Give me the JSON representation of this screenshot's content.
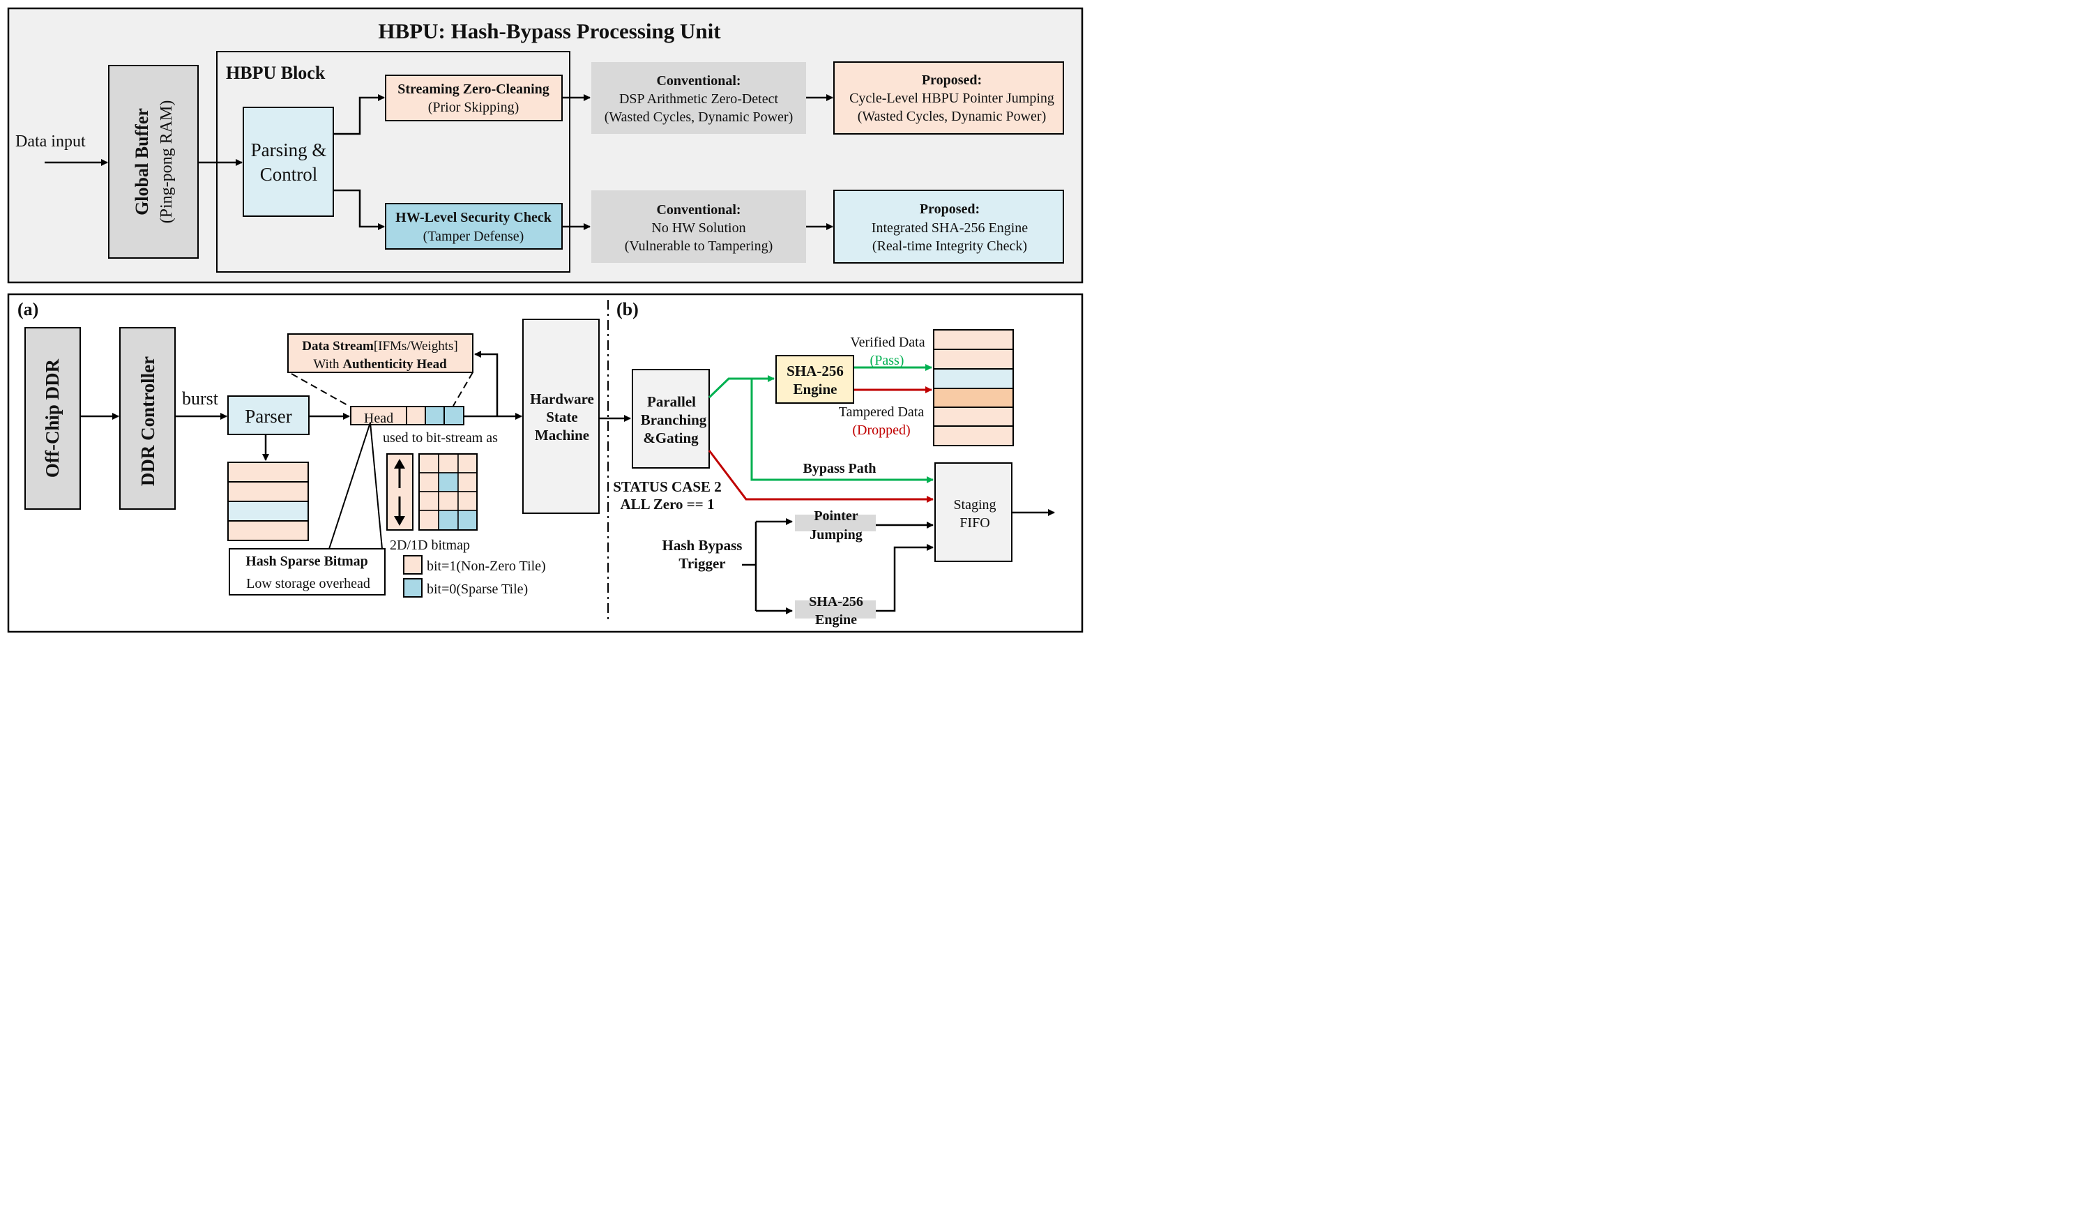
{
  "top": {
    "title": "HBPU: Hash-Bypass Processing Unit",
    "data_input": "Data input",
    "global_buffer": {
      "title": "Global Buffer",
      "subtitle": "(Ping-pong RAM)"
    },
    "block_title": "HBPU Block",
    "parsing": {
      "line1": "Parsing &",
      "line2": "Control"
    },
    "zero_cleaning": {
      "title": "Streaming Zero-Cleaning",
      "subtitle": "(Prior Skipping)"
    },
    "security": {
      "title": "HW-Level Security Check",
      "subtitle": "(Tamper Defense)"
    },
    "conv1": {
      "title": "Conventional:",
      "line1": "DSP Arithmetic Zero-Detect",
      "line2": "(Wasted Cycles, Dynamic Power)"
    },
    "prop1": {
      "title": "Proposed:",
      "line1": "Cycle-Level HBPU Pointer Jumping",
      "line2": "(Wasted Cycles, Dynamic Power)"
    },
    "conv2": {
      "title": "Conventional:",
      "line1": "No HW Solution",
      "line2": "(Vulnerable to Tampering)"
    },
    "prop2": {
      "title": "Proposed:",
      "line1": "Integrated SHA-256 Engine",
      "line2": "(Real-time Integrity Check)"
    }
  },
  "a": {
    "label": "(a)",
    "ddr": "Off-Chip DDR",
    "ddr_ctrl": "DDR Controller",
    "burst": "burst",
    "parser": "Parser",
    "stream": {
      "bold1": "Data Stream",
      "rest1": "[IFMs/Weights]",
      "rest2": "With ",
      "bold2": "Authenticity Head"
    },
    "head": "Head",
    "used": "used to bit-stream as",
    "bitmap_label": "2D/1D bitmap",
    "legend1": "bit=1(Non-Zero Tile)",
    "legend2": "bit=0(Sparse Tile)",
    "hash_bitmap": {
      "title": "Hash Sparse Bitmap",
      "subtitle": "Low storage overhead"
    },
    "hsm": {
      "line1": "Hardware",
      "line2": "State",
      "line3": "Machine"
    }
  },
  "b": {
    "label": "(b)",
    "parallel": {
      "line1": "Parallel",
      "line2": "Branching",
      "line3": "&Gating"
    },
    "sha_engine": {
      "line1": "SHA-256",
      "line2": "Engine"
    },
    "verified": "Verified Data",
    "pass": "(Pass)",
    "tampered": "Tampered Data",
    "dropped": "(Dropped)",
    "bypass": "Bypass Path",
    "status1": "STATUS CASE 2",
    "status2": "ALL Zero == 1",
    "staging": {
      "line1": "Staging",
      "line2": "FIFO"
    },
    "trigger": {
      "line1": "Hash Bypass",
      "line2": "Trigger"
    },
    "pointer": {
      "line1": "Pointer",
      "line2": "Jumping"
    },
    "sha_small": {
      "line1": "SHA-256",
      "line2": "Engine"
    }
  },
  "colors": {
    "peach": "#fce4d6",
    "light_blue": "#dbeef4",
    "teal": "#a9d8e6",
    "gray_box": "#d9d9d9",
    "light_gray": "#f2f2f2",
    "yellow": "#fff2cc",
    "orange": "#f8cba5",
    "green": "#00b050",
    "red": "#c00000"
  }
}
